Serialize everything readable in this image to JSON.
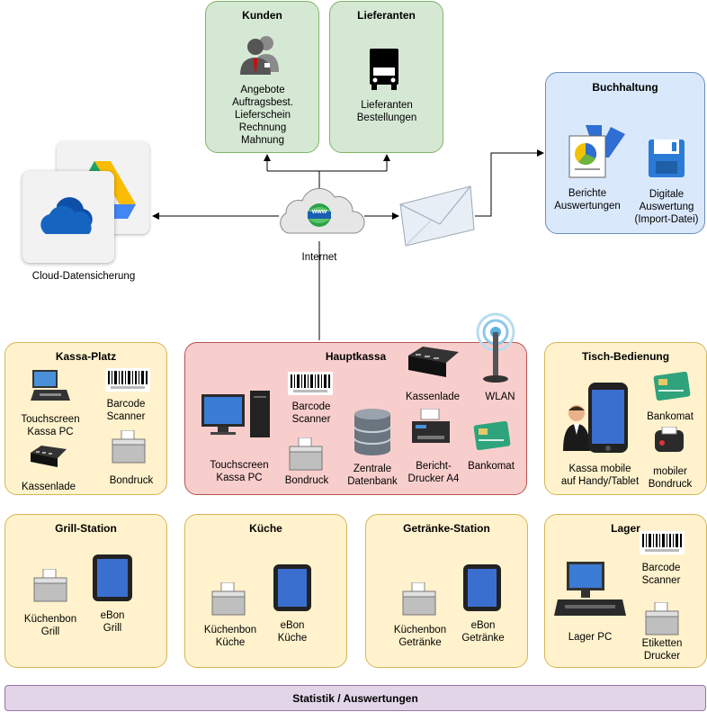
{
  "kunden": {
    "title": "Kunden",
    "lines": [
      "Angebote",
      "Auftragsbest.",
      "Lieferschein",
      "Rechnung",
      "Mahnung"
    ]
  },
  "lieferanten": {
    "title": "Lieferanten",
    "lines": [
      "Lieferanten",
      "Bestellungen"
    ]
  },
  "buchhaltung": {
    "title": "Buchhaltung",
    "berichte": [
      "Berichte",
      "Auswertungen"
    ],
    "digitale": [
      "Digitale",
      "Auswertung",
      "(Import-Datei)"
    ]
  },
  "cloud": {
    "label": "Cloud-Datensicherung"
  },
  "internet": {
    "label": "Internet",
    "badge": "www"
  },
  "kassa_platz": {
    "title": "Kassa-Platz",
    "touchscreen": [
      "Touchscreen",
      "Kassa PC"
    ],
    "barcode": [
      "Barcode",
      "Scanner"
    ],
    "kassenlade": "Kassenlade",
    "bondruck": "Bondruck"
  },
  "hauptkassa": {
    "title": "Hauptkassa",
    "touchscreen": [
      "Touchscreen",
      "Kassa PC"
    ],
    "barcode": [
      "Barcode",
      "Scanner"
    ],
    "bondruck": "Bondruck",
    "datenbank": [
      "Zentrale",
      "Datenbank"
    ],
    "kassenlade": "Kassenlade",
    "bericht": [
      "Bericht-",
      "Drucker A4"
    ],
    "wlan": "WLAN",
    "bankomat": "Bankomat"
  },
  "tisch": {
    "title": "Tisch-Bedienung",
    "kassa_mobile": [
      "Kassa mobile",
      "auf Handy/Tablet"
    ],
    "bankomat": "Bankomat",
    "mobiler": [
      "mobiler",
      "Bondruck"
    ]
  },
  "grill": {
    "title": "Grill-Station",
    "kuechenbon": [
      "Küchenbon",
      "Grill"
    ],
    "ebon": [
      "eBon",
      "Grill"
    ]
  },
  "kueche": {
    "title": "Küche",
    "kuechenbon": [
      "Küchenbon",
      "Küche"
    ],
    "ebon": [
      "eBon",
      "Küche"
    ]
  },
  "getraenke": {
    "title": "Getränke-Station",
    "kuechenbon": [
      "Küchenbon",
      "Getränke"
    ],
    "ebon": [
      "eBon",
      "Getränke"
    ]
  },
  "lager": {
    "title": "Lager",
    "barcode": [
      "Barcode",
      "Scanner"
    ],
    "lager_pc": "Lager PC",
    "etiketten": [
      "Etiketten",
      "Drucker"
    ]
  },
  "statistik": {
    "title": "Statistik / Auswertungen"
  },
  "colors": {
    "green": "#d5e8d4",
    "blue": "#dae8fc",
    "red": "#f8cecc",
    "yellow": "#fff2cc",
    "purple": "#e1d5e7"
  }
}
